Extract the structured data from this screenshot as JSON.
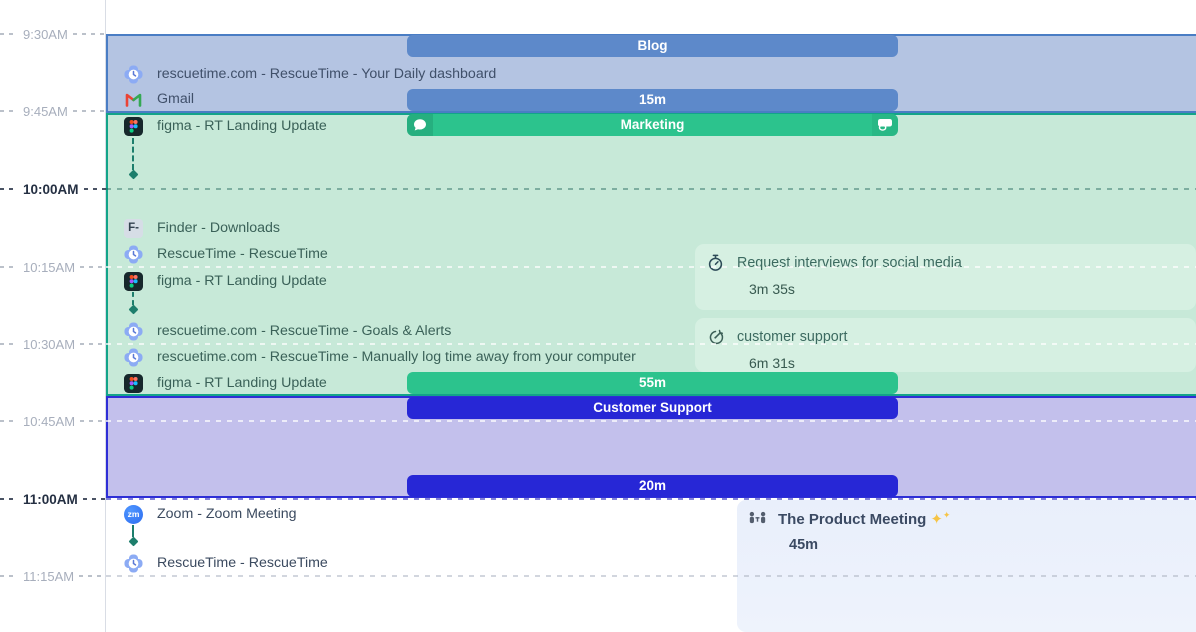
{
  "times": [
    {
      "label": "9:30AM"
    },
    {
      "label": "9:45AM"
    },
    {
      "label": "10:00AM"
    },
    {
      "label": "10:15AM"
    },
    {
      "label": "10:30AM"
    },
    {
      "label": "10:45AM"
    },
    {
      "label": "11:00AM"
    },
    {
      "label": "11:15AM"
    }
  ],
  "categories": [
    {
      "label": "Blog",
      "duration": "15m",
      "color": "#5d89ca"
    },
    {
      "label": "Marketing",
      "duration": "55m",
      "color": "#2cc38d"
    },
    {
      "label": "Customer Support",
      "duration": "20m",
      "color": "#2727d6"
    }
  ],
  "activities": [
    {
      "label": "rescuetime.com - RescueTime - Your Daily dashboard",
      "icon": "rescuetime-icon"
    },
    {
      "label": "Gmail",
      "icon": "gmail-icon"
    },
    {
      "label": "figma - RT Landing Update",
      "icon": "figma-icon"
    },
    {
      "label": "Finder - Downloads",
      "icon": "finder-icon"
    },
    {
      "label": "RescueTime - RescueTime",
      "icon": "rescuetime-icon"
    },
    {
      "label": "figma - RT Landing Update",
      "icon": "figma-icon"
    },
    {
      "label": "rescuetime.com - RescueTime - Goals & Alerts",
      "icon": "rescuetime-icon"
    },
    {
      "label": "rescuetime.com - RescueTime - Manually log time away from your computer",
      "icon": "rescuetime-icon"
    },
    {
      "label": "figma - RT Landing Update",
      "icon": "figma-icon"
    },
    {
      "label": "Zoom - Zoom Meeting",
      "icon": "zoom-icon"
    },
    {
      "label": "RescueTime - RescueTime",
      "icon": "rescuetime-icon"
    }
  ],
  "tasks": [
    {
      "title": "Request interviews for social media",
      "duration": "3m 35s",
      "icon": "stopwatch-icon"
    },
    {
      "title": "customer support",
      "duration": "6m 31s",
      "icon": "dart-icon"
    }
  ],
  "meeting": {
    "title": "The Product Meeting",
    "duration": "45m",
    "sparkle": "✦"
  },
  "icon_glyphs": {
    "finder": "F-",
    "zoom": "zm"
  }
}
